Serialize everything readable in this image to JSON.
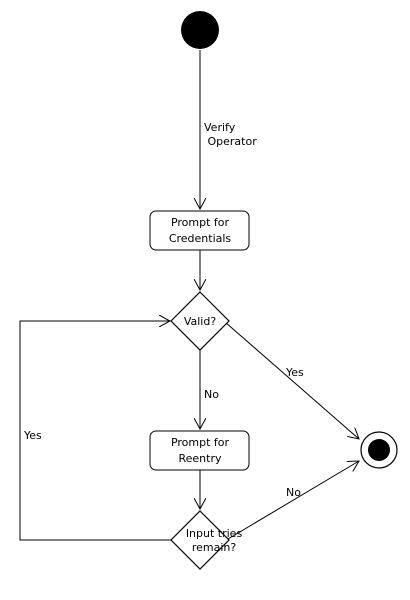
{
  "diagram": {
    "nodes": {
      "start": "",
      "prompt_credentials": [
        "Prompt for",
        "Credentials"
      ],
      "valid_decision": [
        "Valid?"
      ],
      "prompt_reentry": [
        "Prompt for",
        "Reentry"
      ],
      "tries_decision": [
        "Input tries",
        "remain?"
      ],
      "end": ""
    },
    "edges": {
      "verify_operator": [
        "Verify",
        " Operator"
      ],
      "valid_yes": "Yes",
      "valid_no": "No",
      "tries_yes": "Yes",
      "tries_no": "No"
    }
  },
  "colors": {
    "stroke": "#000000",
    "fill": "#ffffff"
  }
}
